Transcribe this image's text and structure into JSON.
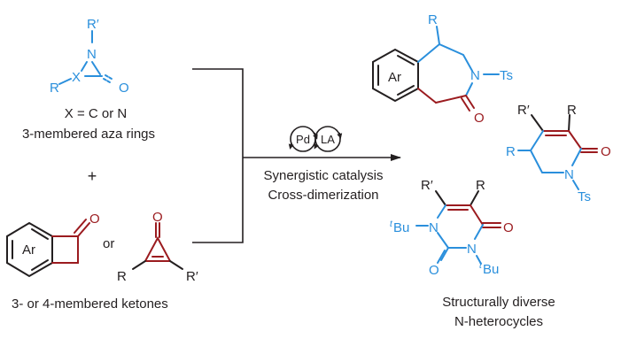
{
  "colors": {
    "blue": "#2a8fdc",
    "red": "#9b1b1f",
    "black": "#231f20"
  },
  "reactant_aza": {
    "atoms": {
      "r_prime": "R′",
      "n": "N",
      "x": "X",
      "r": "R",
      "o": "O"
    },
    "caption_line1": "X = C or N",
    "caption_line2": "3-membered aza rings"
  },
  "plus": "+",
  "reactant_ketones": {
    "benzocyclobutenone": {
      "ar": "Ar",
      "o": "O"
    },
    "or": "or",
    "cyclopropenone": {
      "o": "O",
      "r": "R",
      "r_prime": "R′"
    },
    "caption": "3- or 4-membered ketones"
  },
  "conditions": {
    "catalyst_1": "Pd",
    "catalyst_2": "LA",
    "line1": "Synergistic catalysis",
    "line2": "Cross-dimerization"
  },
  "products": {
    "benzazepinone": {
      "r": "R",
      "ar": "Ar",
      "n": "N",
      "ts": "Ts",
      "o": "O"
    },
    "pyridinone": {
      "r_prime": "R′",
      "r_top": "R",
      "r_left": "R",
      "o": "O",
      "n": "N",
      "ts": "Ts"
    },
    "uracil": {
      "r_prime": "R′",
      "r": "R",
      "tbu_left_prefix": "t",
      "tbu_left": "Bu",
      "n_left": "N",
      "o_right": "O",
      "o_bottom": "O",
      "n_bottom": "N",
      "tbu_bottom_prefix": "t",
      "tbu_bottom": "Bu"
    },
    "caption_line1": "Structurally diverse",
    "caption_line2": "N-heterocycles"
  }
}
